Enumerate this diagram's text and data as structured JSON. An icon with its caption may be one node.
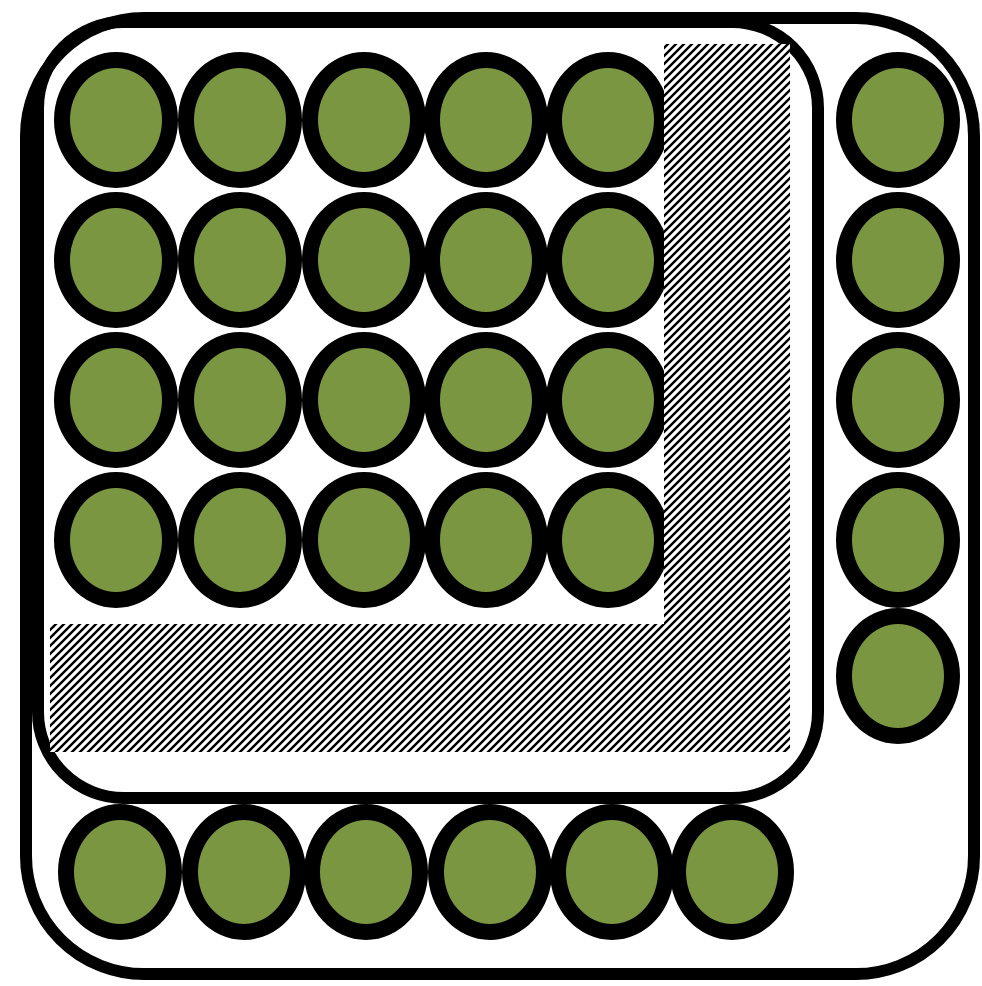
{
  "diagram": {
    "nodes": [
      {
        "text": [],
        "shape": "box"
      },
      {
        "text": [],
        "shape": "box",
        "in": 0
      },
      {
        "text": [],
        "shape": "circle",
        "in": 1
      },
      {
        "text": [],
        "shape": "circle",
        "in": 1
      },
      {
        "text": [],
        "shape": "circle",
        "in": 1
      },
      {
        "text": [],
        "shape": "circle",
        "in": 1
      },
      {
        "text": [],
        "shape": "circle",
        "in": 1
      },
      {
        "text": [],
        "shape": "circle",
        "in": 0
      },
      {
        "text": [],
        "shape": "circle",
        "in": 1
      },
      {
        "text": [],
        "shape": "circle",
        "in": 1
      },
      {
        "text": [],
        "shape": "circle",
        "in": 1
      },
      {
        "text": [],
        "shape": "circle",
        "in": 1
      },
      {
        "text": [],
        "shape": "circle",
        "in": 1
      },
      {
        "text": [],
        "shape": "circle",
        "in": 0
      },
      {
        "text": [],
        "shape": "circle",
        "in": 1
      },
      {
        "text": [],
        "shape": "circle",
        "in": 1
      },
      {
        "text": [],
        "shape": "circle",
        "in": 1
      },
      {
        "text": [],
        "shape": "circle",
        "in": 1
      },
      {
        "text": [],
        "shape": "circle",
        "in": 1
      },
      {
        "text": [],
        "shape": "circle",
        "in": 0
      },
      {
        "text": [],
        "shape": "circle",
        "in": 1
      },
      {
        "text": [],
        "shape": "circle",
        "in": 1
      },
      {
        "text": [],
        "shape": "circle",
        "in": 1
      },
      {
        "text": [],
        "shape": "circle",
        "in": 1
      },
      {
        "text": [],
        "shape": "circle",
        "in": 1
      },
      {
        "text": [],
        "shape": "circle",
        "in": 0
      },
      {
        "text": [],
        "shape": "circle",
        "in": 0
      },
      {
        "text": [],
        "shape": "circle",
        "in": 0
      },
      {
        "text": [],
        "shape": "circle",
        "in": 0
      },
      {
        "text": [],
        "shape": "circle",
        "in": 0
      },
      {
        "text": [],
        "shape": "circle",
        "in": 0
      },
      {
        "text": [],
        "shape": "circle",
        "in": 0
      },
      {
        "text": [],
        "shape": "circle",
        "in": 0
      }
    ]
  }
}
